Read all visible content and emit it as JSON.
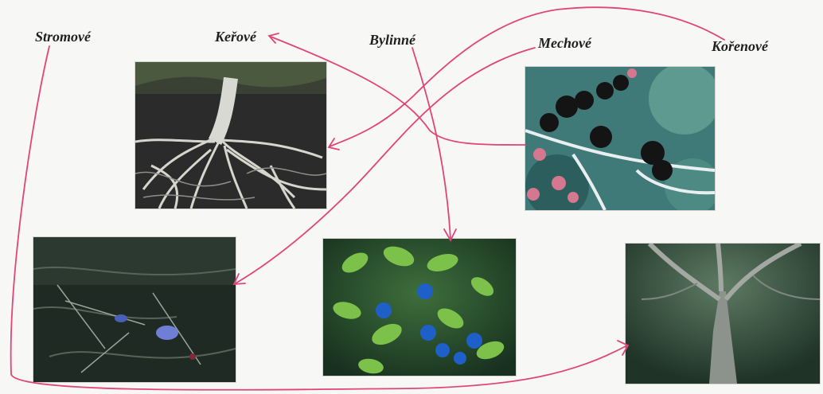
{
  "labels": {
    "stromove": "Stromové",
    "kerove": "Keřové",
    "bylinne": "Bylinné",
    "mechove": "Mechové",
    "korenove": "Kořenové"
  },
  "photos": {
    "roots": "roots-photo",
    "blackberries": "blackberries-photo",
    "moss": "moss-floor-photo",
    "blueberries": "blueberries-photo",
    "tree": "tree-trunk-photo"
  },
  "colors": {
    "arrow": "#e0457a",
    "label": "#1f1f1f"
  }
}
